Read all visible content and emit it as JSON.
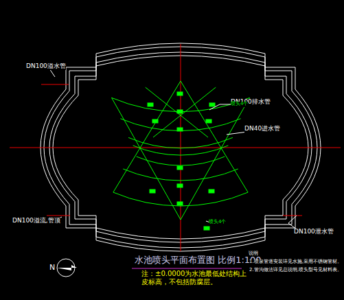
{
  "diagram": {
    "title": "水池喷头平面布置图  比例1:100",
    "labels": [
      "DN100溢水管",
      "DN100排水管",
      "DN40进水管",
      "DN100溢流,管顶",
      "DN100泄水管",
      "N",
      "注：±0.0000为水池最低处结构上",
      "皮标高，不包括防腐层。",
      "说明",
      "1.喷泉管道安装详见水施,采用不锈钢管材。",
      "2.管沟做法详见总说明,喷头型号见材料表。",
      "喷头4个",
      "喷头4个"
    ]
  }
}
